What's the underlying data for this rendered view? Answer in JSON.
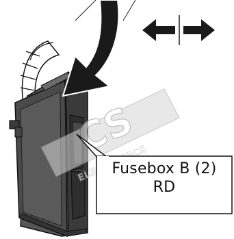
{
  "callout": {
    "line1": "Fusebox B (2)",
    "line2": "RD"
  },
  "watermark": {
    "brand": "CS",
    "tagline": "ELECTRONICS"
  },
  "icons": {
    "direction": "left-right-arrows-icon",
    "pointer": "curved-arrow-icon"
  },
  "colors": {
    "fusebox_fill": "#4a4a4a",
    "fusebox_dark": "#2c2c2c",
    "fusebox_light": "#6a6a6a",
    "arrow": "#1a1a1a",
    "callout_border": "#111111",
    "watermark": "#c8c8c8"
  }
}
